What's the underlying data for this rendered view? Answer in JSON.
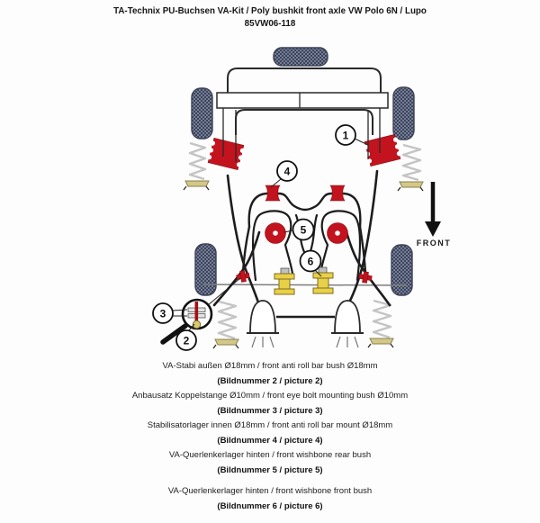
{
  "title": {
    "line1": "TA-Technix PU-Buchsen VA-Kit / Poly bushkit front axle VW Polo 6N / Lupo",
    "line2": "85VW06-118"
  },
  "diagram": {
    "front_label": "FRONT",
    "callouts": [
      {
        "n": "1"
      },
      {
        "n": "2"
      },
      {
        "n": "3"
      },
      {
        "n": "4"
      },
      {
        "n": "5"
      },
      {
        "n": "6"
      }
    ],
    "colors": {
      "bushing_red": "#c2131f",
      "bushing_yellow": "#e9d049",
      "tire_fill": "#8790a6",
      "tire_hatch": "#2f3850",
      "spring_gray": "#c4c4c4",
      "spring_base_khaki": "#d3c887"
    }
  },
  "legend": {
    "items": [
      {
        "description": "VA-Stabi außen Ø18mm / front anti roll bar bush Ø18mm",
        "ref": "(Bildnummer 2 / picture 2)"
      },
      {
        "description": "Anbausatz Koppelstange Ø10mm / front eye bolt mounting bush Ø10mm",
        "ref": "(Bildnummer 3 / picture 3)"
      },
      {
        "description": "Stabilisatorlager innen Ø18mm / front anti roll bar mount Ø18mm",
        "ref": "(Bildnummer 4 / picture 4)"
      },
      {
        "description": "VA-Querlenkerlager hinten / front wishbone rear bush",
        "ref": "(Bildnummer 5 / picture 5)"
      },
      {
        "description": "VA-Querlenkerlager hinten / front wishbone front bush",
        "ref": "(Bildnummer 6 / picture 6)"
      }
    ]
  }
}
